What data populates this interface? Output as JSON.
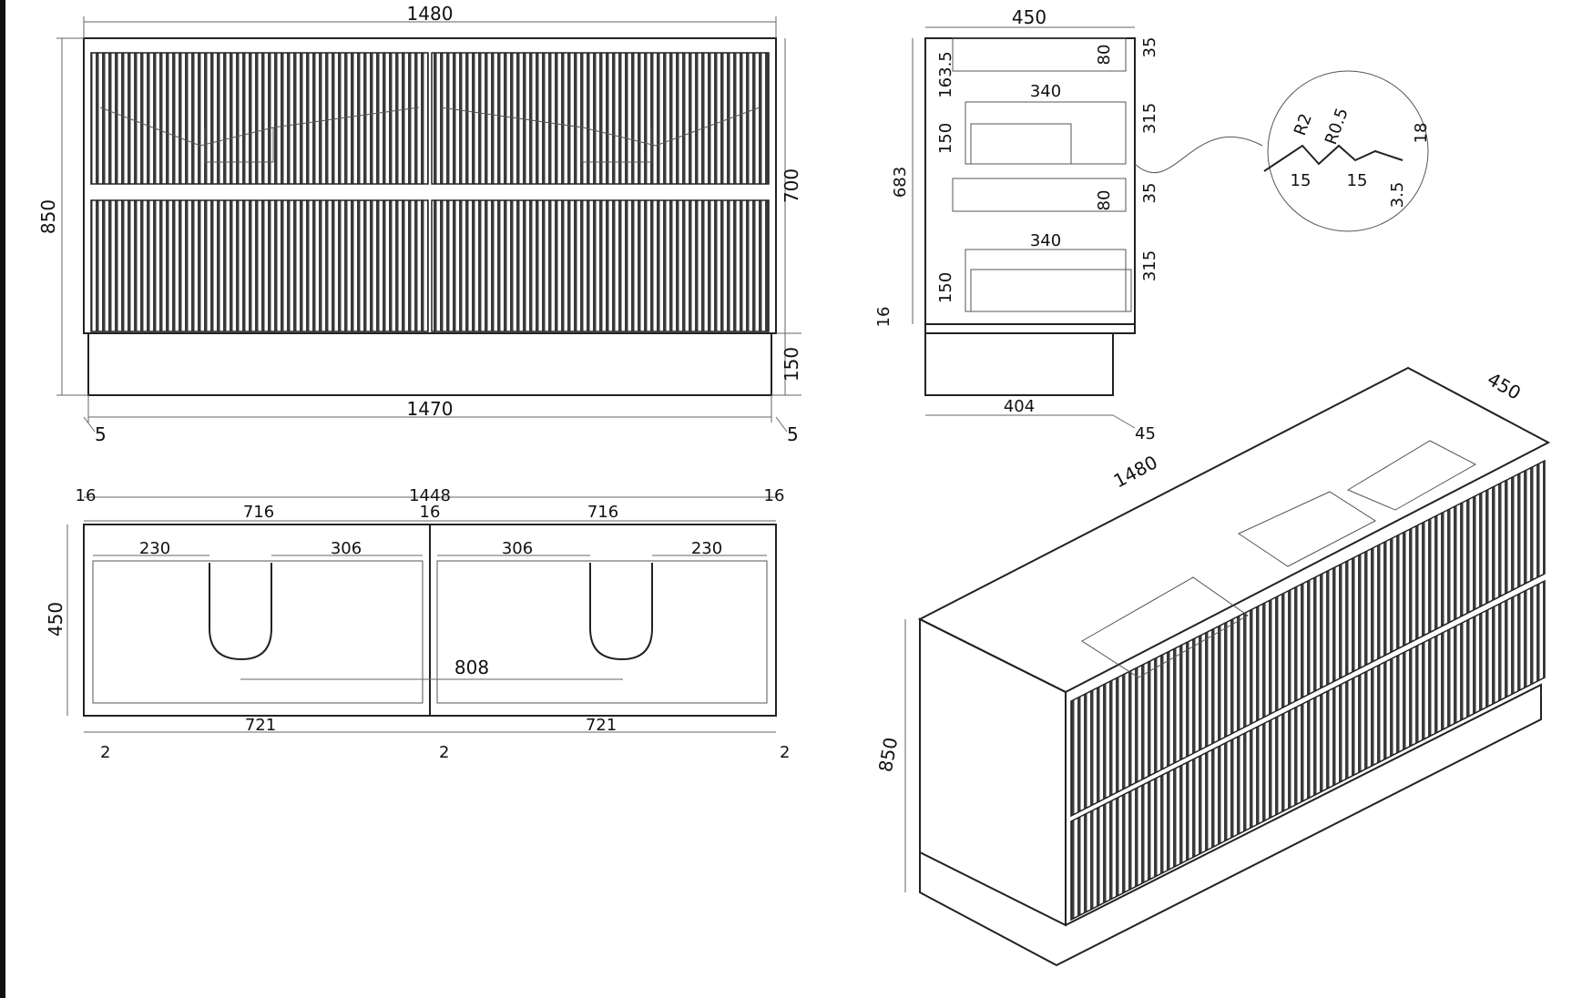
{
  "front_view": {
    "overall_width": "1480",
    "overall_height": "850",
    "drawer_height": "700",
    "plinth_height": "150",
    "plinth_width": "1470",
    "left_inset": "5",
    "right_inset": "5"
  },
  "side_view": {
    "depth": "450",
    "top_gap": "35",
    "top_rail": "80",
    "top_offset": "163.5",
    "drawer_depth_upper": "340",
    "drawer_front_upper": "315",
    "drawer_box_upper": "150",
    "carcass_height": "683",
    "mid_gap": "35",
    "mid_rail": "80",
    "drawer_depth_lower": "340",
    "drawer_front_lower": "315",
    "drawer_box_lower": "150",
    "bottom_board": "16",
    "plinth_depth": "404",
    "plinth_setback": "45"
  },
  "profile_detail": {
    "radius_outer": "R2",
    "radius_inner": "R0.5",
    "groove_pitch_a": "15",
    "groove_pitch_b": "15",
    "groove_depth": "3.5",
    "board_thickness": "18"
  },
  "top_view": {
    "inner_width": "1448",
    "left_panel": "16",
    "center_panel": "16",
    "right_panel": "16",
    "bay_width_left": "716",
    "bay_width_right": "716",
    "left_edge_offset": "230",
    "left_cutout_offset": "306",
    "right_cutout_offset": "306",
    "right_edge_offset": "230",
    "depth": "450",
    "cutout_spacing": "808",
    "front_width_left": "721",
    "front_width_right": "721",
    "gap_left": "2",
    "gap_center": "2",
    "gap_right": "2"
  },
  "iso_view": {
    "width": "1480",
    "depth": "450",
    "height": "850"
  }
}
